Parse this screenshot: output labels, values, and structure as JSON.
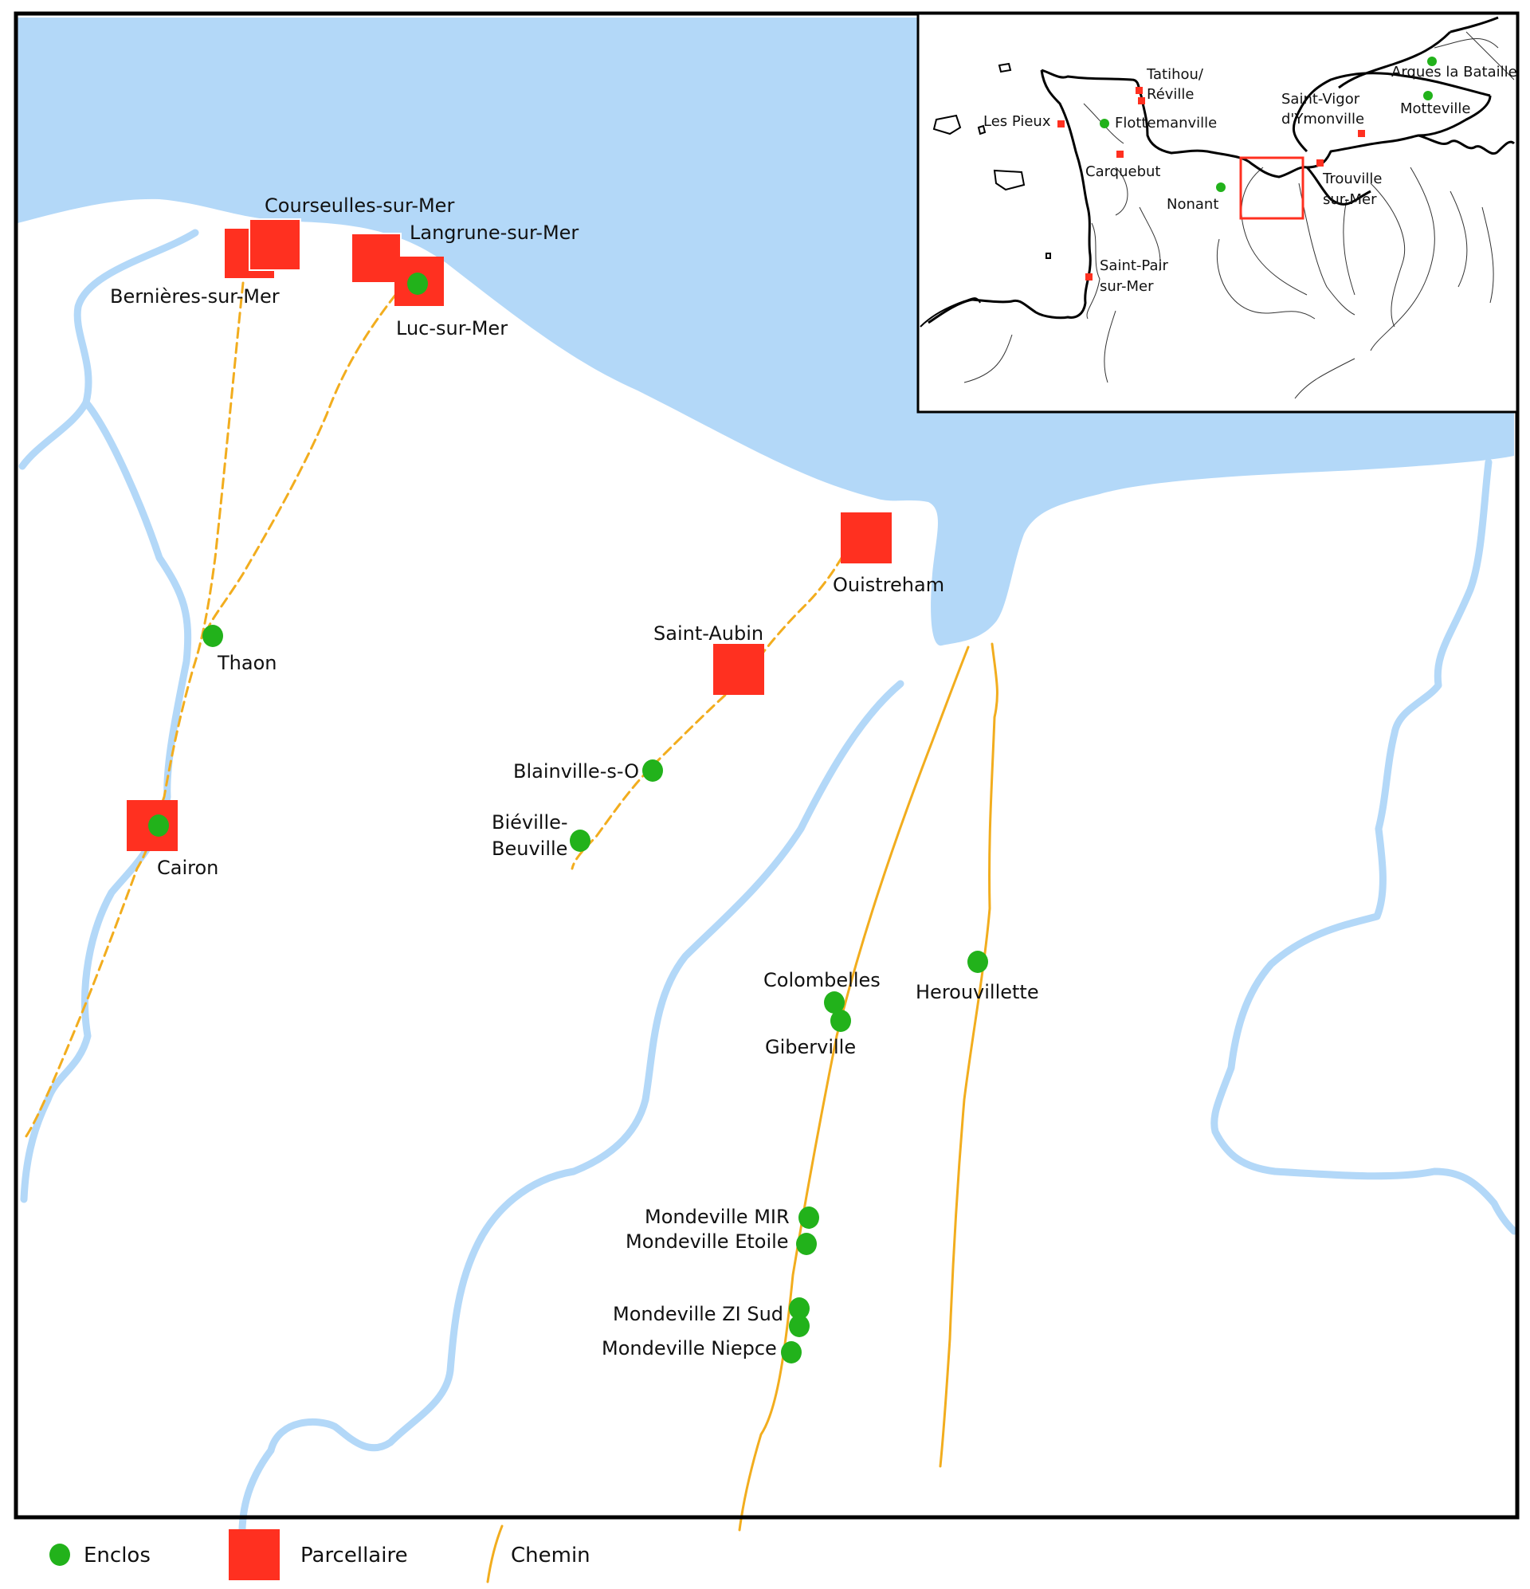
{
  "colors": {
    "sea": "#b3d8f8",
    "river": "#b3d8f8",
    "enclos": "#22b21b",
    "parcellaire": "#ff3020",
    "chemin": "#f2ad1e",
    "border": "#000000"
  },
  "sites": {
    "courseulles": "Courseulles-sur-Mer",
    "bernieres": "Bernières-sur-Mer",
    "langrune": "Langrune-sur-Mer",
    "luc": "Luc-sur-Mer",
    "thaon": "Thaon",
    "cairon": "Cairon",
    "ouistreham": "Ouistreham",
    "saint_aubin": "Saint-Aubin",
    "blainville": "Blainville-s-O",
    "bieville_1": "Biéville-",
    "bieville_2": "Beuville",
    "colombelles": "Colombelles",
    "giberville": "Giberville",
    "herouvillette": "Herouvillette",
    "mondeville_mir": "Mondeville MIR",
    "mondeville_etoile": "Mondeville Etoile",
    "mondeville_zi": "Mondeville ZI Sud",
    "mondeville_niepce": "Mondeville Niepce"
  },
  "inset": {
    "tatihou_1": "Tatihou/",
    "tatihou_2": "Réville",
    "les_pieux": "Les Pieux",
    "flottemanville": "Flottemanville",
    "carquebut": "Carquebut",
    "nonant": "Nonant",
    "saint_pair_1": "Saint-Pair",
    "saint_pair_2": "sur-Mer",
    "saint_vigor_1": "Saint-Vigor",
    "saint_vigor_2": "d'Ymonville",
    "trouville_1": "Trouville",
    "trouville_2": "sur-Mer",
    "arques": "Arques la Bataille",
    "motteville": "Motteville"
  },
  "legend": {
    "enclos": "Enclos",
    "parcellaire": "Parcellaire",
    "chemin": "Chemin"
  }
}
